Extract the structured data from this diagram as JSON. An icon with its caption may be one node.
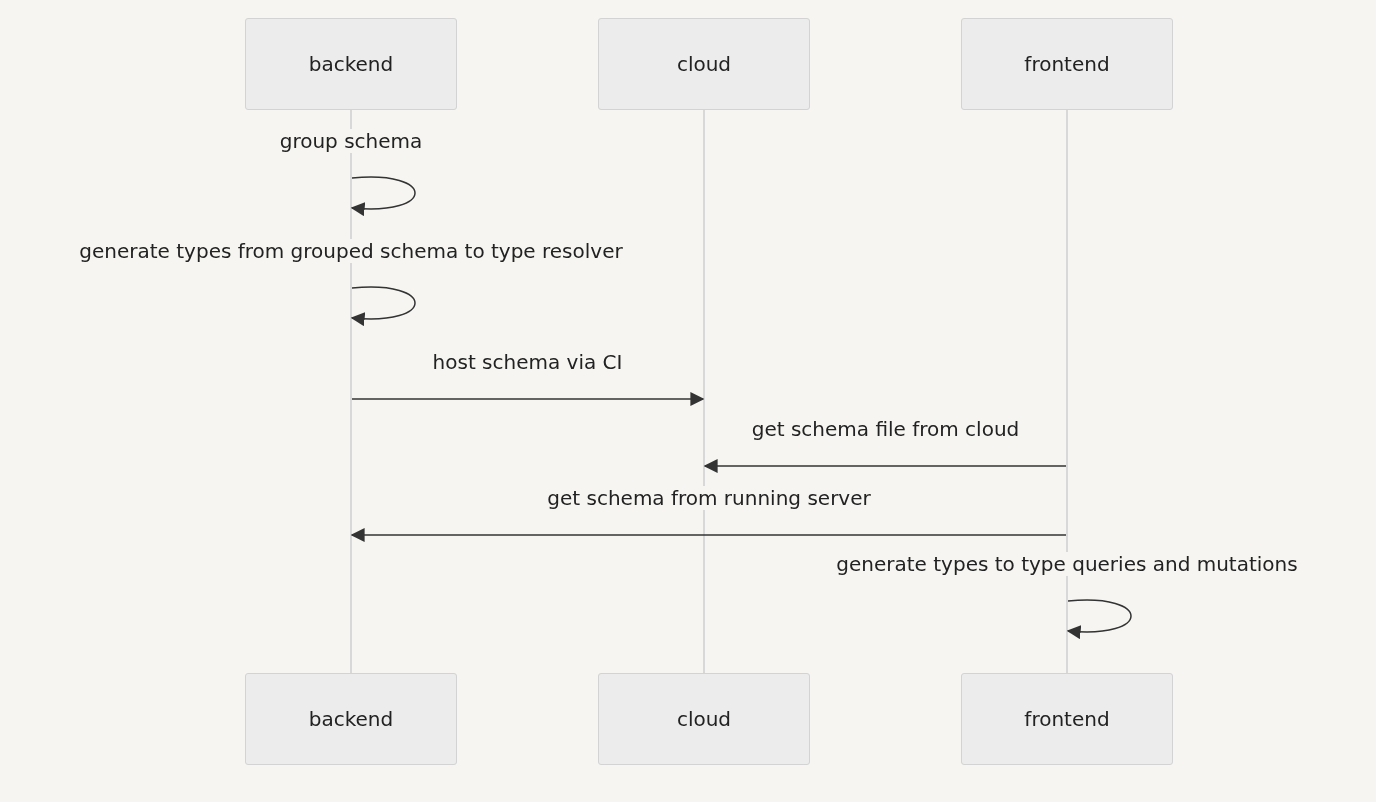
{
  "diagram": {
    "nodes": [
      {
        "text": [
          "backend"
        ]
      },
      {
        "text": [
          "cloud"
        ]
      },
      {
        "text": [
          "frontend"
        ]
      },
      {
        "text": [],
        "shape": "bar"
      },
      {
        "text": [],
        "shape": "bar"
      },
      {
        "text": [],
        "shape": "bar"
      },
      {
        "text": [
          "backend"
        ]
      },
      {
        "text": [
          "cloud"
        ]
      },
      {
        "text": [
          "frontend"
        ]
      }
    ],
    "edges": [
      {
        "from": 3,
        "to": 3,
        "arrow": "to",
        "label": "group schema"
      },
      {
        "from": 3,
        "to": 3,
        "arrow": "to",
        "label": "generate types from grouped schema to type resolver"
      },
      {
        "from": 3,
        "to": 4,
        "arrow": "to",
        "label": "host schema via CI"
      },
      {
        "from": 5,
        "to": 4,
        "arrow": "to",
        "label": "get schema file from cloud"
      },
      {
        "from": 5,
        "to": 3,
        "arrow": "to",
        "label": "get schema from running server"
      },
      {
        "from": 5,
        "to": 5,
        "arrow": "to",
        "label": "generate types to type queries and mutations"
      }
    ]
  }
}
